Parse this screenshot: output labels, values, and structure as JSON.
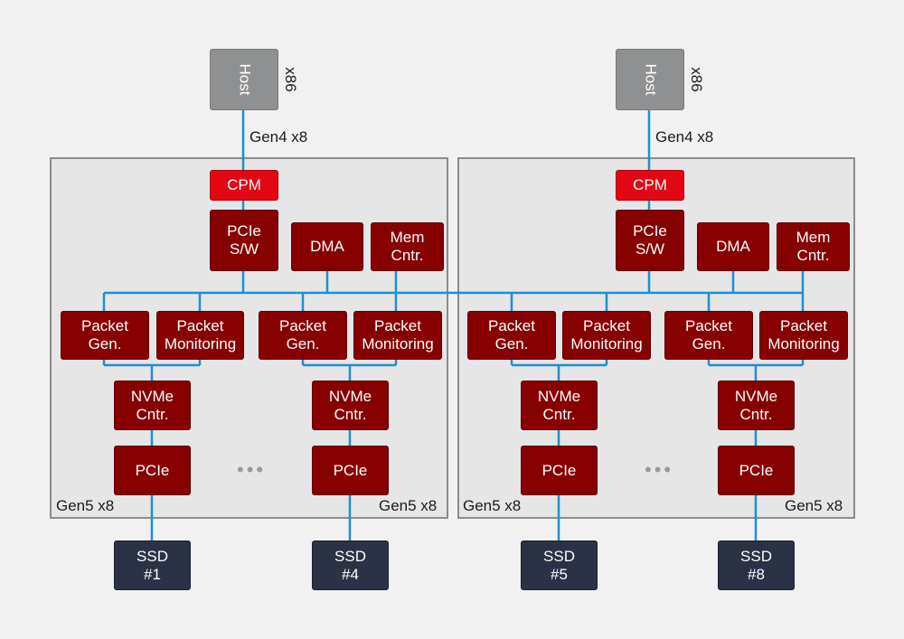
{
  "left": {
    "host": "Host",
    "host_width": "x86",
    "host_link": "Gen4 x8",
    "cpm": "CPM",
    "pcie_switch": "PCIe\nS/W",
    "dma": "DMA",
    "mem": "Mem\nCntr.",
    "groups": [
      {
        "gen": "Packet\nGen.",
        "mon": "Packet\nMonitoring",
        "nvme": "NVMe\nCntr.",
        "pcie": "PCIe",
        "ssd": "SSD\n#1"
      },
      {
        "gen": "Packet\nGen.",
        "mon": "Packet\nMonitoring",
        "nvme": "NVMe\nCntr.",
        "pcie": "PCIe",
        "ssd": "SSD\n#4"
      }
    ],
    "dots": "•••",
    "gen5_left": "Gen5 x8",
    "gen5_right": "Gen5 x8"
  },
  "right": {
    "host": "Host",
    "host_width": "x86",
    "host_link": "Gen4 x8",
    "cpm": "CPM",
    "pcie_switch": "PCIe\nS/W",
    "dma": "DMA",
    "mem": "Mem\nCntr.",
    "groups": [
      {
        "gen": "Packet\nGen.",
        "mon": "Packet\nMonitoring",
        "nvme": "NVMe\nCntr.",
        "pcie": "PCIe",
        "ssd": "SSD\n#5"
      },
      {
        "gen": "Packet\nGen.",
        "mon": "Packet\nMonitoring",
        "nvme": "NVMe\nCntr.",
        "pcie": "PCIe",
        "ssd": "SSD\n#8"
      }
    ],
    "dots": "•••",
    "gen5_left": "Gen5 x8",
    "gen5_right": "Gen5 x8"
  },
  "colors": {
    "block": "#870000",
    "cpm": "#e30613",
    "host": "#8f9092",
    "ssd": "#2b3245",
    "wire": "#1e8fd0",
    "panel": "#e6e6e7"
  }
}
